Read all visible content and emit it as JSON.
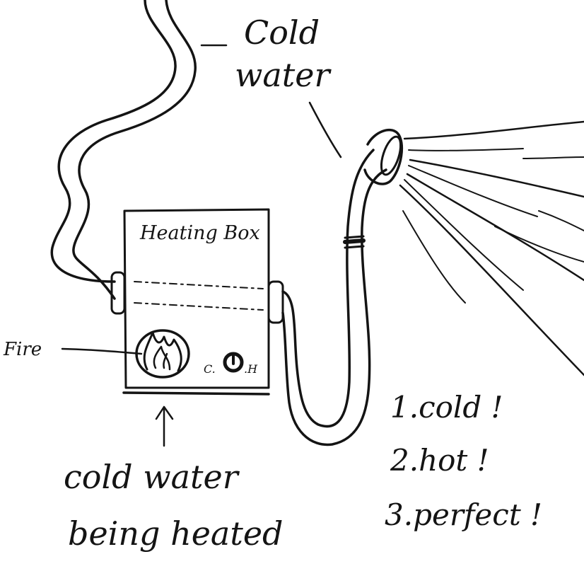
{
  "labels": {
    "cold_water_top": [
      "Cold",
      "water"
    ],
    "box_title": "Heating Box",
    "fire": "Fire",
    "knob_cold": "C.",
    "knob_hot": ".H",
    "caption": [
      "cold water",
      "being heated"
    ],
    "reactions": [
      "1.cold !",
      "2.hot !",
      "3.perfect !"
    ]
  }
}
